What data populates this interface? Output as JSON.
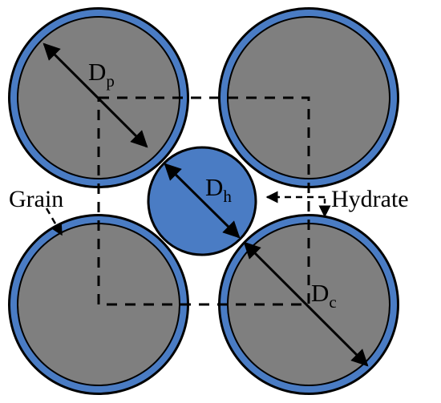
{
  "colors": {
    "grain": "#7f7f7f",
    "coating": "#4a7cc4",
    "outline": "#000000",
    "background": "#ffffff"
  },
  "labels": {
    "pore_diameter": {
      "main": "D",
      "sub": "p"
    },
    "hydrate_diameter": {
      "main": "D",
      "sub": "h"
    },
    "cell_diameter": {
      "main": "D",
      "sub": "c"
    },
    "grain": "Grain",
    "hydrate": "Hydrate"
  }
}
